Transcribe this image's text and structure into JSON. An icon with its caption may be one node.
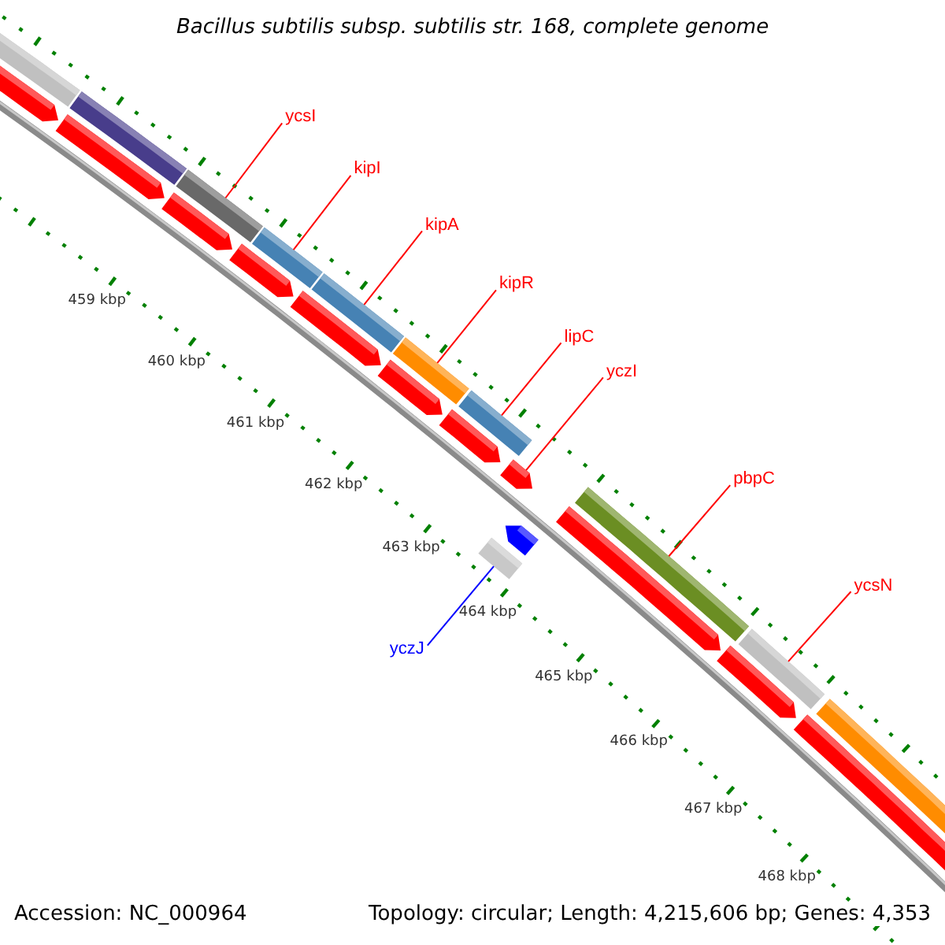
{
  "diagram": {
    "title": "Bacillus subtilis subsp. subtilis str. 168, complete genome",
    "nodes": [
      {
        "text": [
          "ycsI"
        ]
      },
      {
        "text": [
          "kipI"
        ]
      },
      {
        "text": [
          "kipA"
        ]
      },
      {
        "text": [
          "kipR"
        ]
      },
      {
        "text": [
          "lipC"
        ]
      },
      {
        "text": [
          "yczI"
        ]
      },
      {
        "text": [
          "pbpC"
        ]
      },
      {
        "text": [
          "ycsN"
        ]
      },
      {
        "text": [
          "yczJ"
        ]
      },
      {
        "text": [],
        "shape": "bar"
      },
      {
        "text": [],
        "shape": "arrow"
      },
      {
        "text": [],
        "shape": "bar"
      },
      {
        "text": [],
        "shape": "arrow"
      },
      {
        "text": [],
        "shape": "bar"
      },
      {
        "text": [],
        "shape": "arrow"
      },
      {
        "text": [],
        "shape": "bar"
      },
      {
        "text": [],
        "shape": "arrow"
      },
      {
        "text": [],
        "shape": "bar"
      },
      {
        "text": [],
        "shape": "arrow"
      },
      {
        "text": [],
        "shape": "bar"
      },
      {
        "text": [],
        "shape": "arrow"
      },
      {
        "text": [],
        "shape": "bar"
      },
      {
        "text": [],
        "shape": "arrow"
      },
      {
        "text": [],
        "shape": "arrow"
      },
      {
        "text": [],
        "shape": "bar"
      },
      {
        "text": [],
        "shape": "arrow"
      },
      {
        "text": [],
        "shape": "bar"
      },
      {
        "text": [],
        "shape": "arrow"
      },
      {
        "text": [],
        "shape": "bar"
      },
      {
        "text": [],
        "shape": "arrow"
      },
      {
        "text": [],
        "shape": "bar"
      },
      {
        "text": [],
        "shape": "arrow"
      }
    ],
    "edges": [
      {
        "from": 0,
        "to": 13,
        "arrow": "none"
      },
      {
        "from": 1,
        "to": 15,
        "arrow": "none"
      },
      {
        "from": 2,
        "to": 17,
        "arrow": "none"
      },
      {
        "from": 3,
        "to": 19,
        "arrow": "none"
      },
      {
        "from": 4,
        "to": 21,
        "arrow": "none"
      },
      {
        "from": 5,
        "to": 23,
        "arrow": "none"
      },
      {
        "from": 6,
        "to": 26,
        "arrow": "none"
      },
      {
        "from": 7,
        "to": 28,
        "arrow": "none"
      },
      {
        "from": 8,
        "to": 24,
        "arrow": "none",
        "color": "#0000ff"
      }
    ],
    "labels": [
      "459 kbp",
      "460 kbp",
      "461 kbp",
      "462 kbp",
      "463 kbp",
      "464 kbp",
      "465 kbp",
      "466 kbp",
      "467 kbp",
      "468 kbp",
      "Accession: NC_000964",
      "Topology: circular; Length: 4,215,606 bp; Genes: 4,353"
    ]
  }
}
